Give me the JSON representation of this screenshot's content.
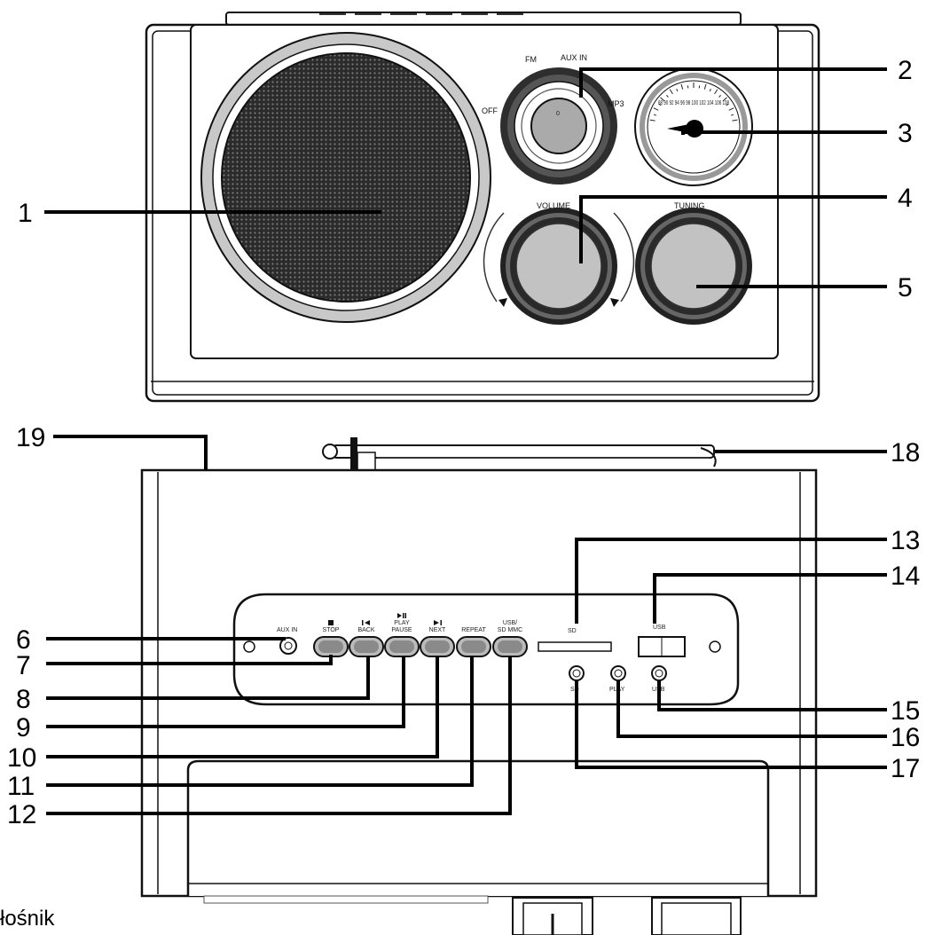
{
  "front": {
    "selector_labels": {
      "off": "OFF",
      "fm": "FM",
      "aux": "AUX IN",
      "mp3": "MP3"
    },
    "volume_label": "VOLUME",
    "tuning_label": "TUNING",
    "dial_scale": "88 90 92 94 96 98 100 102 104 106 108"
  },
  "back": {
    "aux_in_label": "AUX IN",
    "buttons": [
      {
        "id": "stop",
        "icon": "stop-icon",
        "label": "STOP"
      },
      {
        "id": "back",
        "icon": "previous-icon",
        "label": "BACK"
      },
      {
        "id": "play",
        "icon": "play-pause-icon",
        "label": "PLAY\nPAUSE"
      },
      {
        "id": "next",
        "icon": "next-icon",
        "label": "NEXT"
      },
      {
        "id": "repeat",
        "icon": "",
        "label": "REPEAT"
      },
      {
        "id": "mode",
        "icon": "",
        "label": "USB/\nSD MMC"
      }
    ],
    "sd_label": "SD",
    "usb_label": "USB",
    "led_labels": [
      "SD",
      "PLAY",
      "USB"
    ]
  },
  "callouts": [
    "1",
    "2",
    "3",
    "4",
    "5",
    "6",
    "7",
    "8",
    "9",
    "10",
    "11",
    "12",
    "13",
    "14",
    "15",
    "16",
    "17",
    "18",
    "19"
  ],
  "caption": "łośnik"
}
